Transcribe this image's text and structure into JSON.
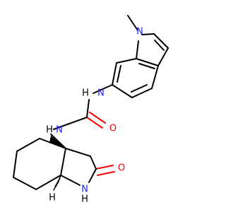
{
  "molecule": {
    "atoms": {
      "n_indole": "N",
      "n_urea_upper": "N",
      "h_urea_upper": "H",
      "o_urea": "O",
      "n_urea_lower": "N",
      "h_urea_lower": "H",
      "o_lactam": "O",
      "n_lactam": "N",
      "h_lactam": "H",
      "h_stereo": "H"
    }
  },
  "colors": {
    "bond": "#000000",
    "nitrogen": "#1f1fff",
    "oxygen": "#ff0000",
    "hydrogen": "#000000",
    "background": "#ffffff"
  }
}
